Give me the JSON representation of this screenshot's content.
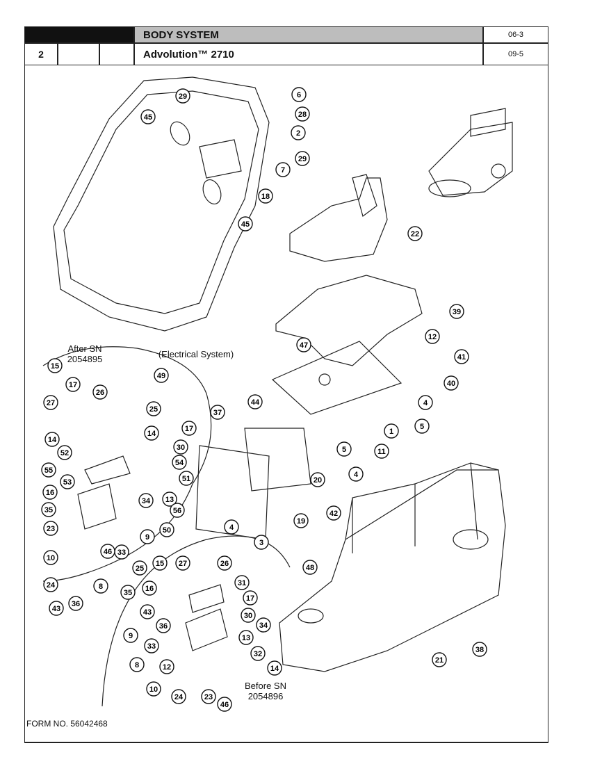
{
  "header": {
    "section_number": "2",
    "title": "BODY SYSTEM",
    "model": "Advolution™ 2710",
    "rev_a": "06-3",
    "rev_b": "09-5"
  },
  "labels": {
    "after_sn": "After SN",
    "after_sn_number": "2054895",
    "electrical": "(Electrical System)",
    "before_sn": "Before SN",
    "before_sn_number": "2054896"
  },
  "callouts": [
    "29",
    "6",
    "28",
    "45",
    "2",
    "29",
    "7",
    "18",
    "45",
    "22",
    "39",
    "12",
    "41",
    "40",
    "47",
    "4",
    "5",
    "44",
    "1",
    "11",
    "5",
    "4",
    "49",
    "37",
    "15",
    "17",
    "26",
    "27",
    "25",
    "14",
    "14",
    "17",
    "30",
    "52",
    "54",
    "55",
    "53",
    "51",
    "16",
    "13",
    "34",
    "35",
    "56",
    "23",
    "50",
    "9",
    "33",
    "46",
    "10",
    "24",
    "43",
    "36",
    "8",
    "20",
    "42",
    "19",
    "48",
    "4",
    "3",
    "21",
    "38",
    "25",
    "15",
    "27",
    "26",
    "31",
    "16",
    "17",
    "35",
    "43",
    "30",
    "36",
    "34",
    "9",
    "13",
    "33",
    "32",
    "8",
    "12",
    "14",
    "10",
    "24",
    "23",
    "46"
  ],
  "footer": {
    "form_number": "FORM NO. 56042468"
  }
}
